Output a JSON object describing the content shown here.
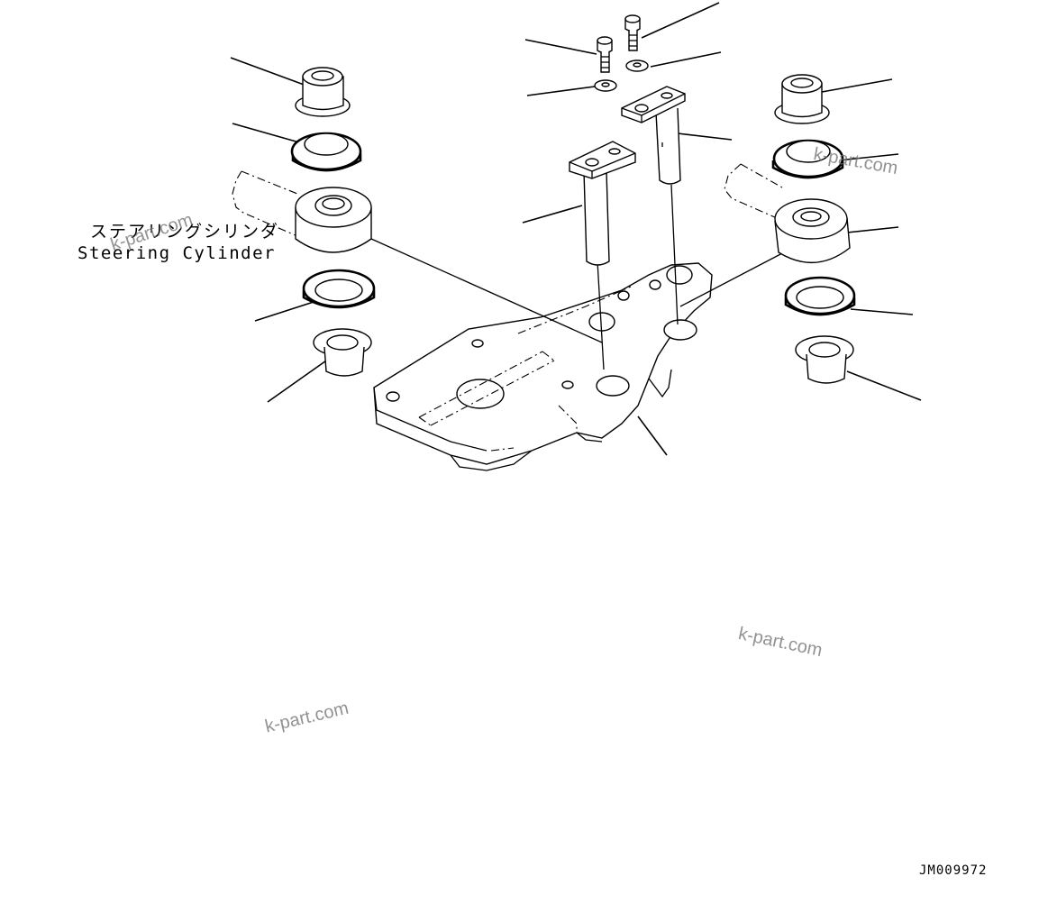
{
  "diagram": {
    "part_label_jp": "ステアリングシリンダ",
    "part_label_en": "Steering Cylinder",
    "drawing_code": "JM009972"
  },
  "watermarks": [
    "k-part.com",
    "k-part.com",
    "k-part.com",
    "k-part.com"
  ],
  "colors": {
    "line": "#000000",
    "background": "#ffffff",
    "watermark": "#6e6e6e"
  }
}
